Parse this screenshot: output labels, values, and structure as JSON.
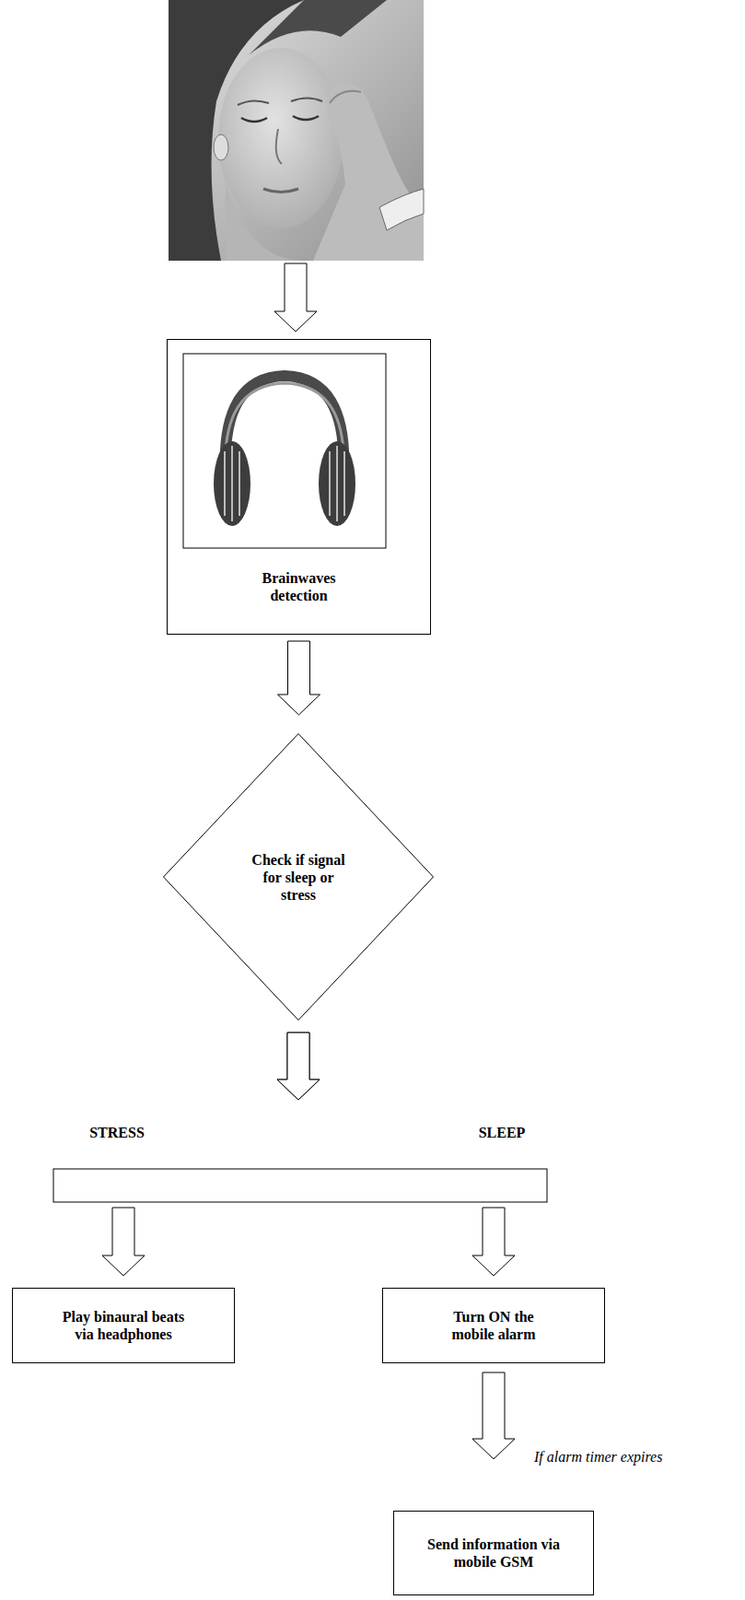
{
  "diagram": {
    "nodes": [
      {
        "text": [
          "Brainwaves detection"
        ]
      },
      {
        "text": [
          "Check if signal for sleep or stress"
        ]
      },
      {
        "text": [
          "Play binaural beats via headphones"
        ]
      },
      {
        "text": [
          "Turn ON the mobile alarm"
        ]
      },
      {
        "text": [
          "Send information via mobile GSM"
        ]
      }
    ],
    "edges": [
      {
        "from": 0,
        "to": 1,
        "arrow": "to"
      },
      {
        "from": 1,
        "to": 2,
        "label": "STRESS",
        "arrow": "to"
      },
      {
        "from": 1,
        "to": 3,
        "label": "SLEEP",
        "arrow": "to"
      },
      {
        "from": 3,
        "to": 4,
        "label": "If alarm timer expires",
        "arrow": "to"
      }
    ]
  }
}
